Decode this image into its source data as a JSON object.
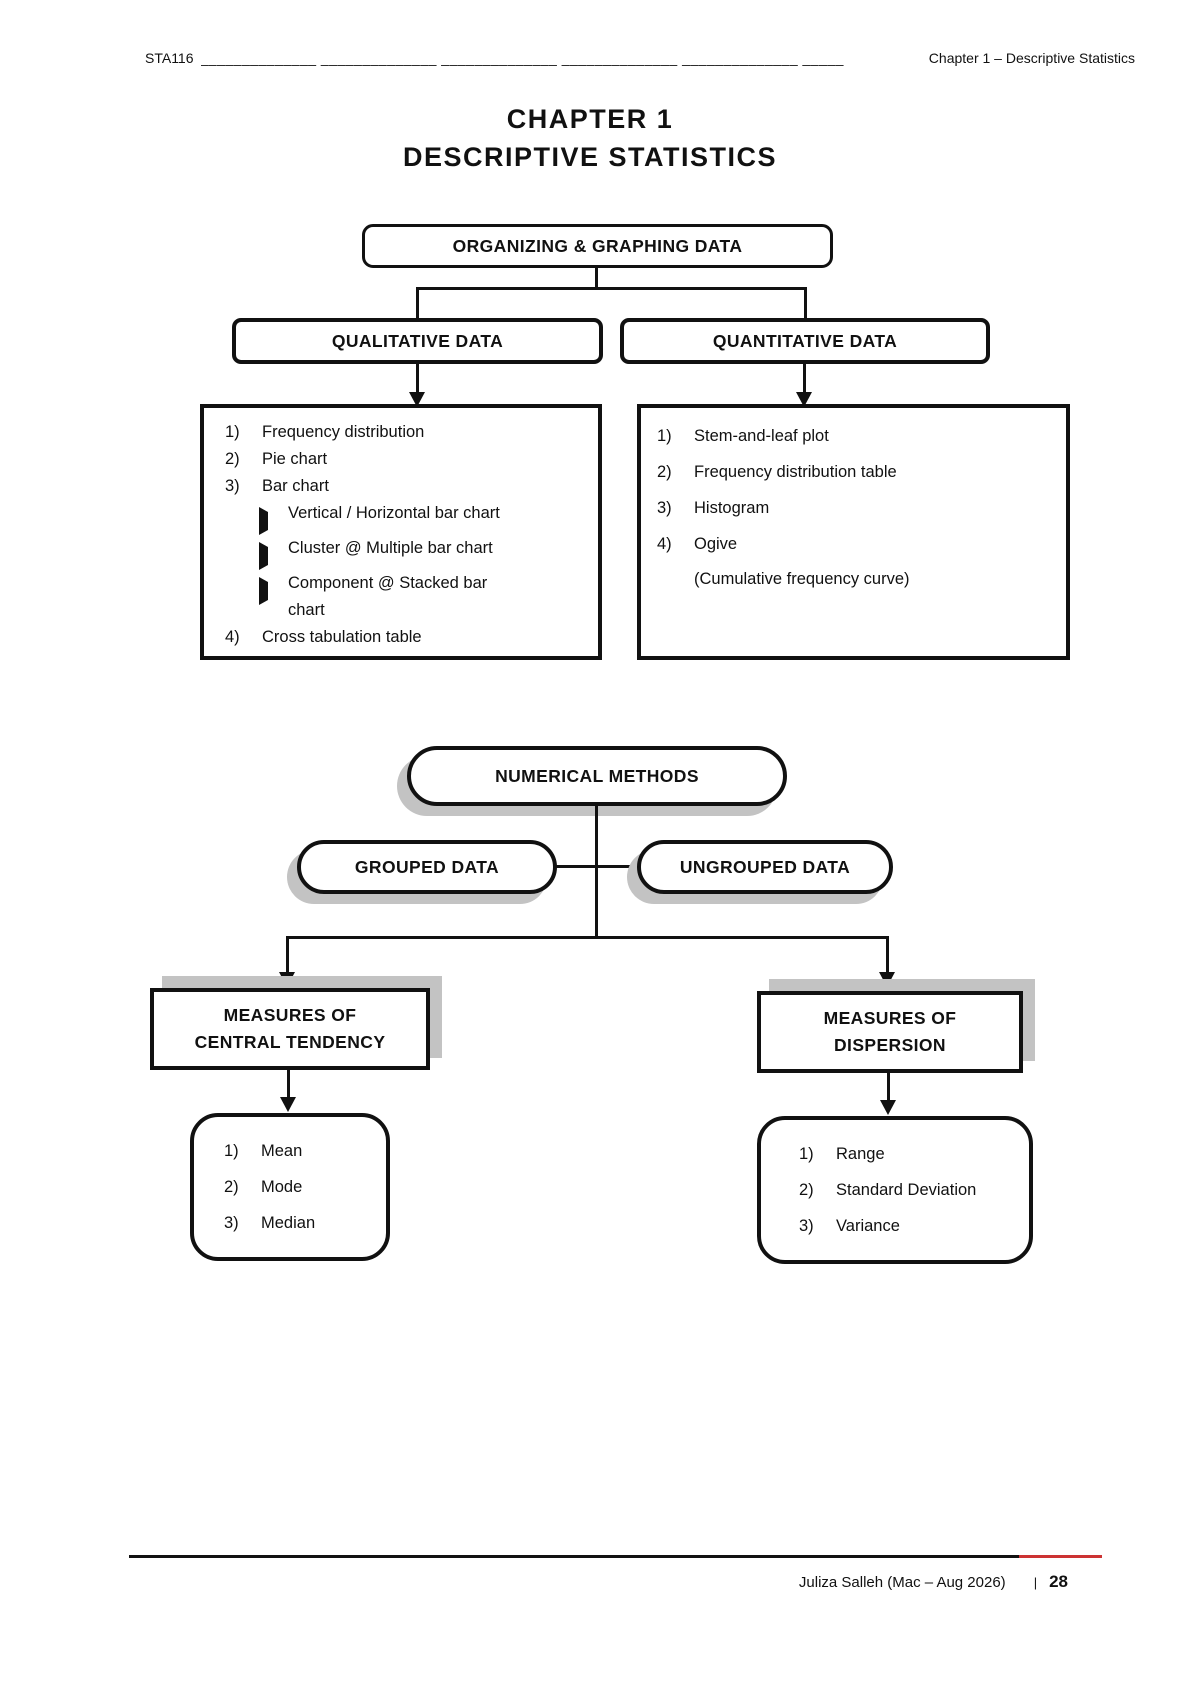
{
  "header": {
    "course_code": "STA116",
    "rule_fill": "______________ ______________ ______________ ______________ ______________ _____",
    "chapter_ref": "Chapter 1 – Descriptive Statistics"
  },
  "title": {
    "line1": "CHAPTER 1",
    "line2": "DESCRIPTIVE STATISTICS"
  },
  "flowchart": {
    "root": {
      "label": "ORGANIZING & GRAPHING DATA"
    },
    "qualitative": {
      "label": "QUALITATIVE DATA",
      "items": [
        {
          "num": "1)",
          "text": "Frequency distribution"
        },
        {
          "num": "2)",
          "text": "Pie chart"
        },
        {
          "num": "3)",
          "text": "Bar chart"
        },
        {
          "num": "4)",
          "text": "Cross tabulation table"
        }
      ],
      "sub_items": [
        {
          "text": "Vertical / Horizontal bar chart"
        },
        {
          "text": "Cluster @ Multiple bar chart"
        },
        {
          "text": "Component @ Stacked bar",
          "text_wrap": "chart"
        }
      ]
    },
    "quantitative": {
      "label": "QUANTITATIVE DATA",
      "items": [
        {
          "num": "1)",
          "text": "Stem-and-leaf plot"
        },
        {
          "num": "2)",
          "text": "Frequency distribution table"
        },
        {
          "num": "3)",
          "text": "Histogram"
        },
        {
          "num": "4)",
          "text": "Ogive"
        }
      ],
      "note": "(Cumulative frequency curve)"
    },
    "numerical": {
      "label": "NUMERICAL METHODS"
    },
    "grouped": {
      "label": "GROUPED DATA"
    },
    "ungrouped": {
      "label": "UNGROUPED DATA"
    },
    "central_tendency": {
      "label_line1": "MEASURES OF",
      "label_line2": "CENTRAL TENDENCY",
      "items": [
        {
          "num": "1)",
          "text": "Mean"
        },
        {
          "num": "2)",
          "text": "Mode"
        },
        {
          "num": "3)",
          "text": "Median"
        }
      ]
    },
    "dispersion": {
      "label_line1": "MEASURES OF",
      "label_line2": "DISPERSION",
      "items": [
        {
          "num": "1)",
          "text": "Range"
        },
        {
          "num": "2)",
          "text": "Standard Deviation"
        },
        {
          "num": "3)",
          "text": "Variance"
        }
      ]
    }
  },
  "footer": {
    "author": "Juliza Salleh (Mac – Aug 2026)",
    "separator": "|",
    "page_number": "28",
    "rule_accent_color": "#cc3333"
  }
}
